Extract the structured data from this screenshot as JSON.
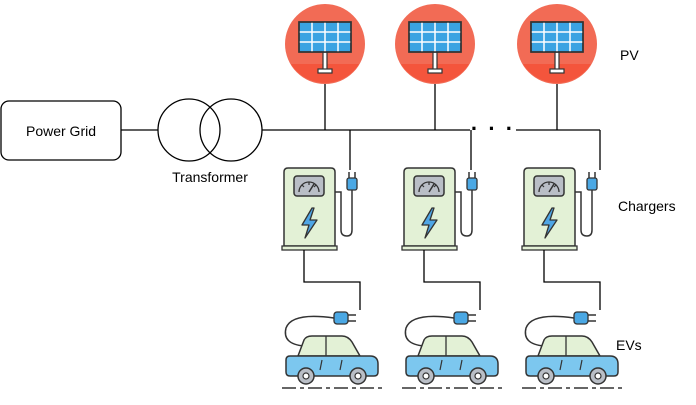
{
  "labels": {
    "power_grid": "Power Grid",
    "transformer": "Transformer",
    "pv": "PV",
    "chargers": "Chargers",
    "evs": "EVs",
    "ellipsis": "· · ·"
  },
  "units": [
    "unit-1",
    "unit-2",
    "unit-3"
  ],
  "colors": {
    "pv_circle": "#F26B55",
    "pv_band": "#F4553C",
    "panel": "#3AA3E2",
    "panel_grid": "#FFFFFF",
    "charger_body": "#E3F1D6",
    "charger_gauge": "#B9BEC6",
    "bolt": "#4FA6E6",
    "plug": "#4BA8E4",
    "car_body": "#7CC7EF",
    "car_cabin": "#E3F1D6",
    "outline": "#333333"
  },
  "icons": {
    "pv": "solar-panel-icon",
    "charger": "ev-charger-icon",
    "plug": "plug-icon",
    "car": "electric-car-icon"
  }
}
